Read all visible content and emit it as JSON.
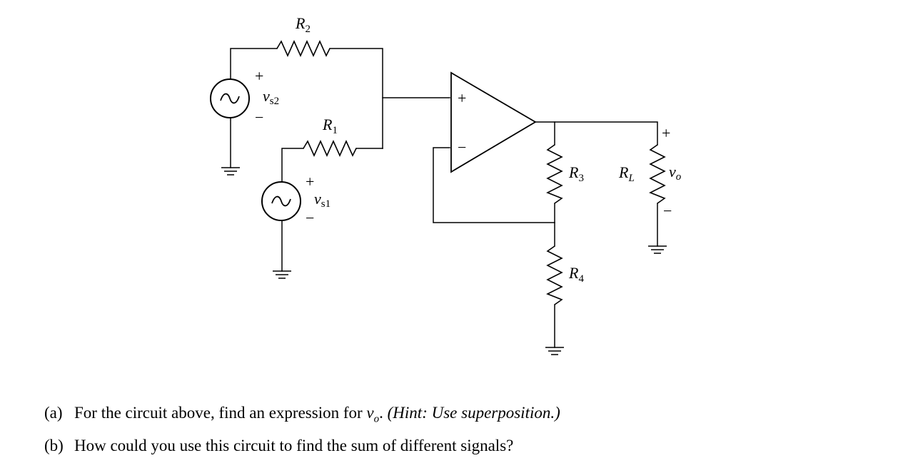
{
  "circuit": {
    "labels": {
      "r1": {
        "main": "R",
        "sub": "1"
      },
      "r2": {
        "main": "R",
        "sub": "2"
      },
      "r3": {
        "main": "R",
        "sub": "3"
      },
      "r4": {
        "main": "R",
        "sub": "4"
      },
      "rl": {
        "main": "R",
        "sub": "L"
      },
      "vs1": {
        "main": "v",
        "sub": "s1"
      },
      "vs2": {
        "main": "v",
        "sub": "s2"
      },
      "vo": {
        "main": "v",
        "sub": "o"
      }
    },
    "signs": {
      "plus": "+",
      "minus": "−"
    }
  },
  "questions": {
    "a": {
      "tag": "(a)",
      "text": "For the circuit above, find an expression for ",
      "var_main": "v",
      "var_sub": "o",
      "after": ". ",
      "hint": "(Hint: Use superposition.)"
    },
    "b": {
      "tag": "(b)",
      "text": "How could you use this circuit to find the sum of different signals?"
    }
  }
}
